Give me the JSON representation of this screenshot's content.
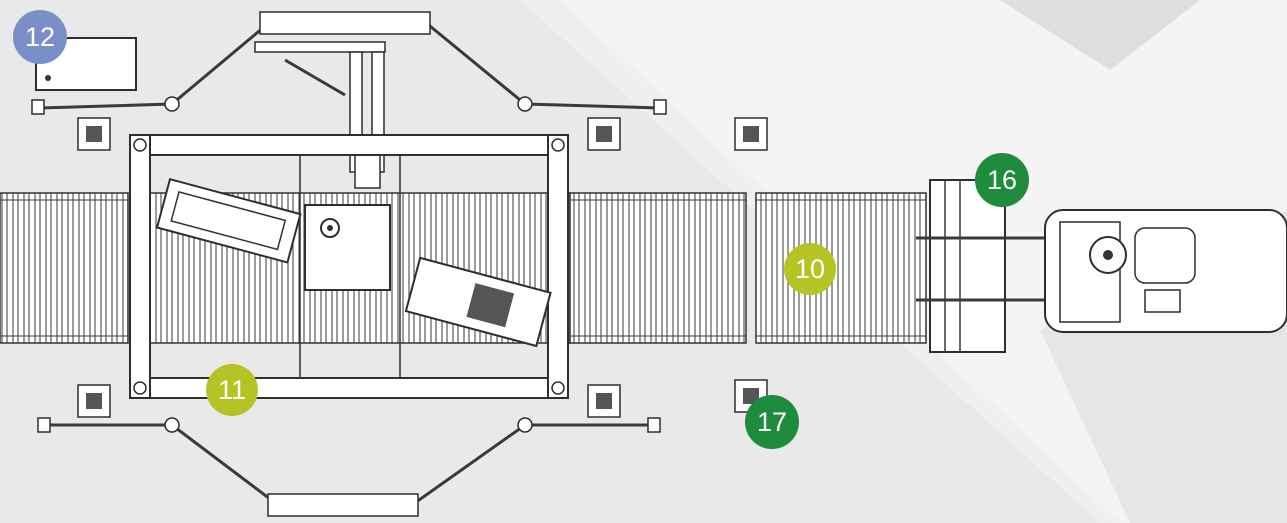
{
  "markers": {
    "m10": {
      "label": "10",
      "color": "#b5c324"
    },
    "m11": {
      "label": "11",
      "color": "#b5c324"
    },
    "m12": {
      "label": "12",
      "color": "#7a8fc8"
    },
    "m16": {
      "label": "16",
      "color": "#1f8b3c"
    },
    "m17": {
      "label": "17",
      "color": "#1f8b3c"
    }
  }
}
